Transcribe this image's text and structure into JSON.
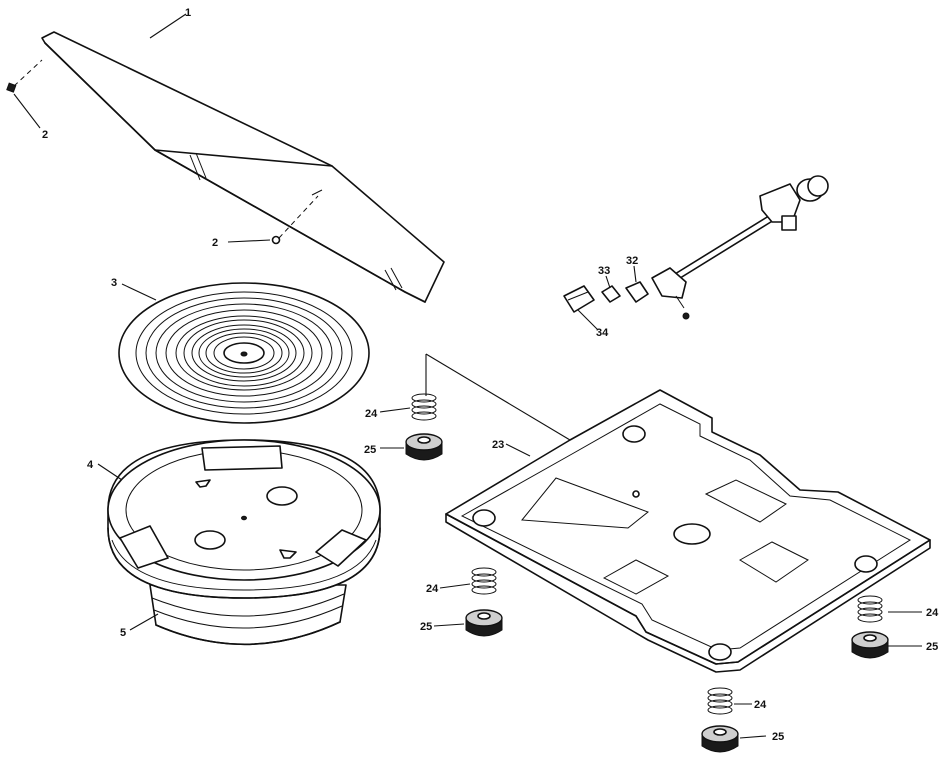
{
  "diagram": {
    "parts": [
      {
        "id": "dust-cover",
        "label": "1"
      },
      {
        "id": "hinge-pin-left",
        "label": "2"
      },
      {
        "id": "hinge-pin-right",
        "label": "2"
      },
      {
        "id": "platter-mat",
        "label": "3"
      },
      {
        "id": "platter",
        "label": "4"
      },
      {
        "id": "turntable-hub",
        "label": "5"
      },
      {
        "id": "base-plate",
        "label": "23"
      },
      {
        "id": "spring-1",
        "label": "24"
      },
      {
        "id": "spring-2",
        "label": "24"
      },
      {
        "id": "spring-3",
        "label": "24"
      },
      {
        "id": "spring-4",
        "label": "24"
      },
      {
        "id": "foot-1",
        "label": "25"
      },
      {
        "id": "foot-2",
        "label": "25"
      },
      {
        "id": "foot-3",
        "label": "25"
      },
      {
        "id": "foot-4",
        "label": "25"
      },
      {
        "id": "cartridge-shell",
        "label": "32"
      },
      {
        "id": "stylus-holder",
        "label": "33"
      },
      {
        "id": "stylus",
        "label": "34"
      }
    ]
  }
}
